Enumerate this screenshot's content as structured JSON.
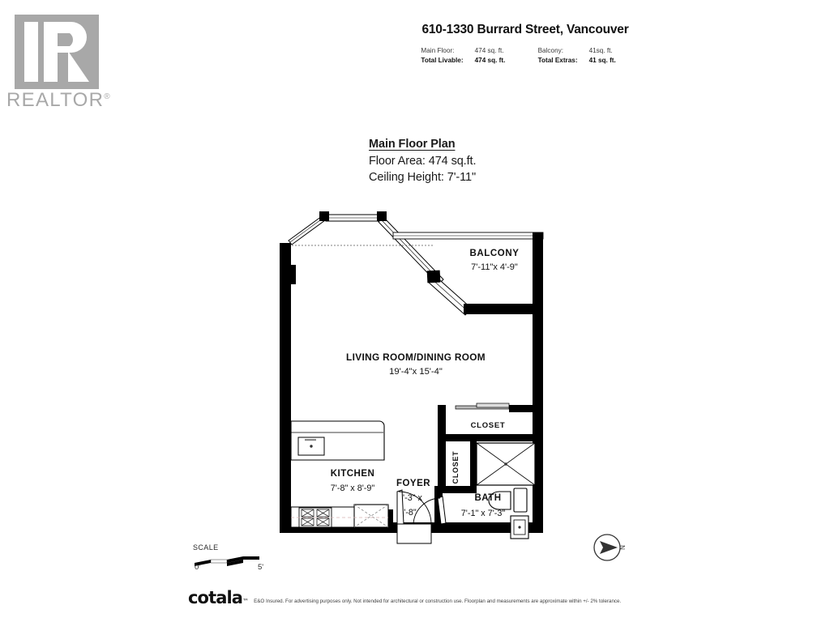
{
  "logo": {
    "name": "realtor-logo",
    "word": "REALTOR",
    "registered": "®"
  },
  "header": {
    "address": "610-1330 Burrard Street, Vancouver",
    "areas_left": [
      {
        "label": "Main Floor:",
        "value": "474 sq. ft."
      },
      {
        "label": "Total Livable:",
        "value": "474 sq. ft."
      }
    ],
    "areas_right": [
      {
        "label": "Balcony:",
        "value": "41sq. ft."
      },
      {
        "label": "Total Extras:",
        "value": "41 sq. ft."
      }
    ]
  },
  "plan_title": {
    "title": "Main Floor Plan",
    "floor_area": "Floor Area: 474 sq.ft.",
    "ceiling_height": "Ceiling Height: 7'-11\""
  },
  "rooms": [
    {
      "id": "balcony",
      "name": "BALCONY",
      "dimensions": "7'-11\"x  4'-9\""
    },
    {
      "id": "living-dining",
      "name": "LIVING ROOM/DINING ROOM",
      "dimensions": "19'-4\"x 15'-4\""
    },
    {
      "id": "kitchen",
      "name": "KITCHEN",
      "dimensions": "7'-8\"  x  8'-9\""
    },
    {
      "id": "foyer",
      "name": "FOYER",
      "dimensions_line1": "4'-3\" x",
      "dimensions_line2": "5'-8\""
    },
    {
      "id": "bath",
      "name": "BATH",
      "dimensions": "7'-1\"  x  7'-3\""
    },
    {
      "id": "closet-upper",
      "name": "CLOSET",
      "dimensions": ""
    },
    {
      "id": "closet-vertical",
      "name": "CLOSET",
      "dimensions": ""
    }
  ],
  "scale": {
    "label": "SCALE",
    "min": "0'",
    "max": "5'"
  },
  "compass": {
    "north_label": "N"
  },
  "footer": {
    "brand": "cotala",
    "brand_tm": "™",
    "disclaimer": "E&O Insured. For advertising purposes only. Not intended for architectural or construction use. Floorplan and measurements are approximate within +/- 2% tolerance."
  },
  "colors": {
    "wall": "#000000",
    "text": "#1a1a1a",
    "logo_gray": "#a8a8a8",
    "background": "#ffffff"
  }
}
